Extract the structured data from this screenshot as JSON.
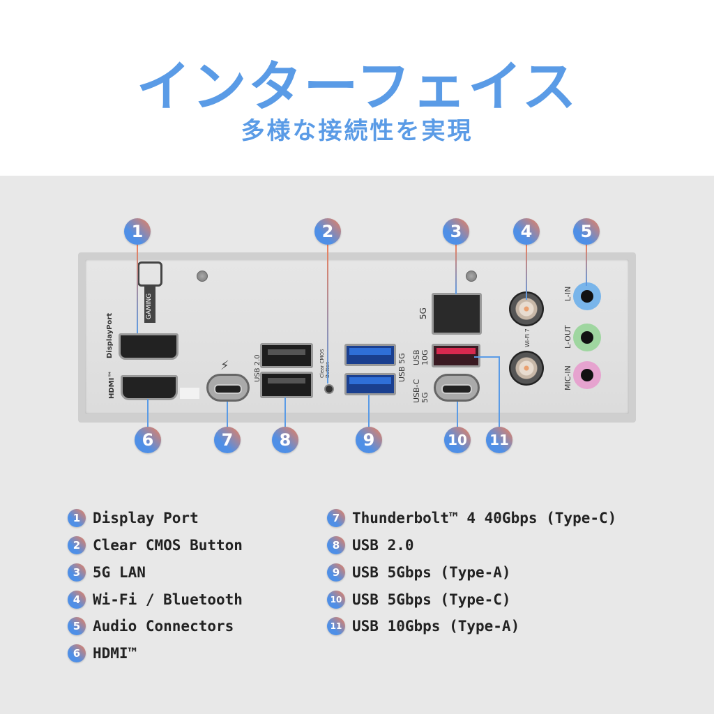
{
  "header": {
    "title": "インターフェイス",
    "subtitle": "多様な接続性を実現"
  },
  "colors": {
    "accent_blue": "#5a9be6",
    "accent_orange": "#ee7f5a",
    "background": "#e8e8e8"
  },
  "panel_labels": {
    "displayport": "DisplayPort",
    "hdmi": "HDMI™",
    "gaming": "GAMING",
    "usb20": "USB 2.0",
    "clear_cmos": "Clear CMOS Button",
    "usb5g": "USB 5G",
    "lan5g": "5G",
    "usb10g": "USB 10G",
    "usbc5g": "USB-C 5G",
    "wifi": "Wi-Fi 7",
    "lin": "L-IN",
    "lout": "L-OUT",
    "micin": "MIC-IN"
  },
  "badges": [
    "1",
    "2",
    "3",
    "4",
    "5",
    "6",
    "7",
    "8",
    "9",
    "10",
    "11"
  ],
  "legend": [
    {
      "num": "1",
      "label": "Display Port"
    },
    {
      "num": "2",
      "label": "Clear CMOS Button"
    },
    {
      "num": "3",
      "label": "5G LAN"
    },
    {
      "num": "4",
      "label": "Wi-Fi / Bluetooth"
    },
    {
      "num": "5",
      "label": "Audio Connectors"
    },
    {
      "num": "6",
      "label": "HDMI™"
    },
    {
      "num": "7",
      "label": "Thunderbolt™ 4 40Gbps (Type-C)"
    },
    {
      "num": "8",
      "label": "USB 2.0"
    },
    {
      "num": "9",
      "label": "USB 5Gbps (Type-A)"
    },
    {
      "num": "10",
      "label": "USB 5Gbps (Type-C)"
    },
    {
      "num": "11",
      "label": "USB 10Gbps (Type-A)"
    }
  ]
}
